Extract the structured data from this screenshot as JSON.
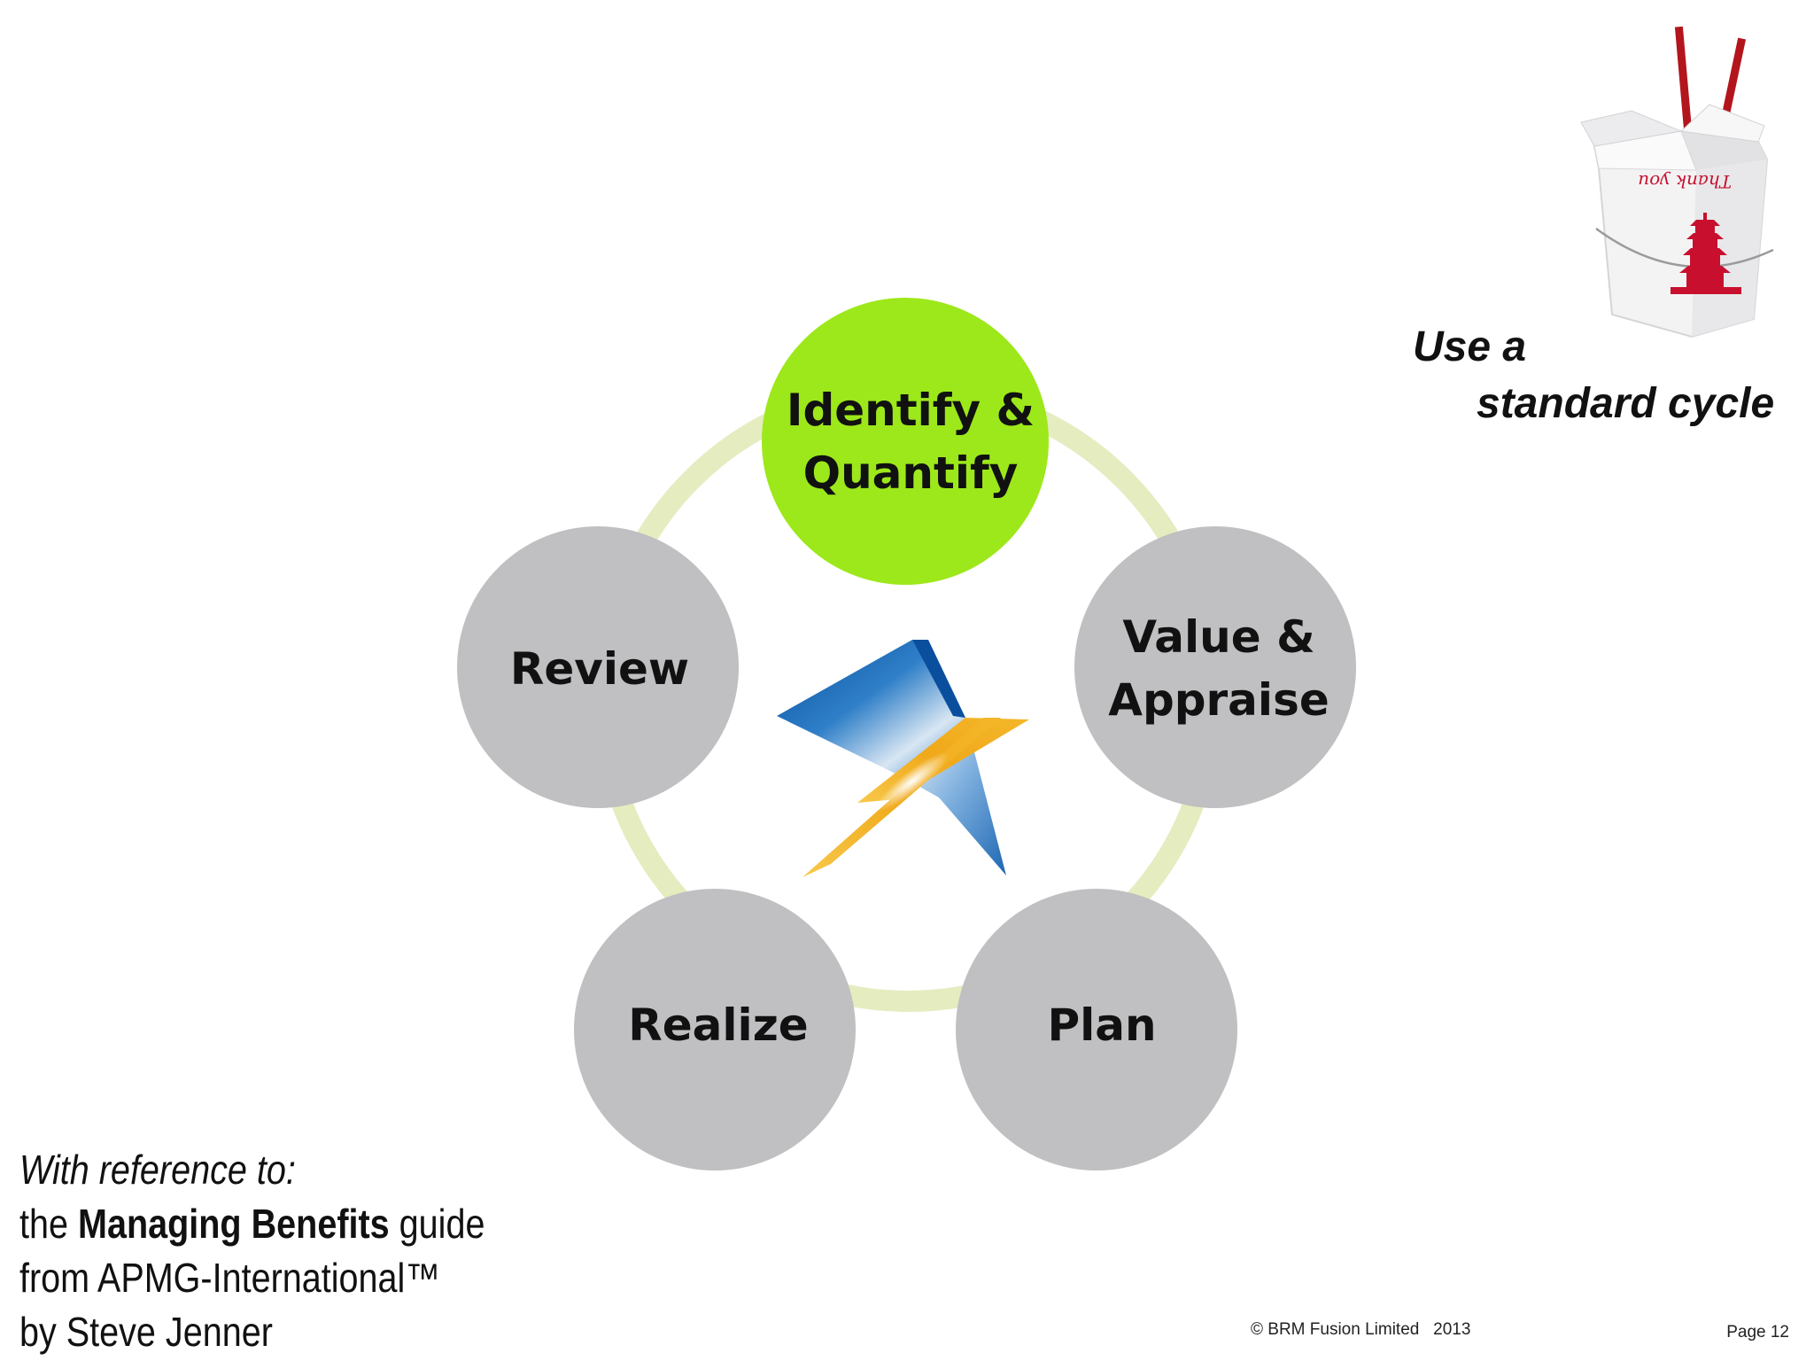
{
  "cycle": {
    "nodes": [
      {
        "id": "identify",
        "lines": [
          "Identify &",
          "Quantify"
        ],
        "active": true
      },
      {
        "id": "value",
        "lines": [
          "Value &",
          "Appraise"
        ],
        "active": false
      },
      {
        "id": "plan",
        "lines": [
          "Plan"
        ],
        "active": false
      },
      {
        "id": "realize",
        "lines": [
          "Realize"
        ],
        "active": false
      },
      {
        "id": "review",
        "lines": [
          "Review"
        ],
        "active": false
      }
    ]
  },
  "takeout_box": {
    "box_text": "Thank you"
  },
  "tagline": {
    "line1": "Use a",
    "line2": "standard cycle"
  },
  "reference": {
    "intro": "With reference to:",
    "line2_prefix": "the ",
    "line2_bold": "Managing Benefits",
    "line2_suffix": " guide",
    "line3": "from APMG-International™",
    "line4": "by Steve Jenner"
  },
  "footer": {
    "copyright": "© BRM Fusion Limited   2013",
    "page": "Page 12"
  },
  "colors": {
    "active_node": "#9de81a",
    "inactive_node": "#c0bfc1",
    "ring": "#e5ecc0",
    "label": "#111111",
    "star_blue": "#1560b0",
    "star_gold": "#f2b51e",
    "box_red": "#c8102e"
  }
}
